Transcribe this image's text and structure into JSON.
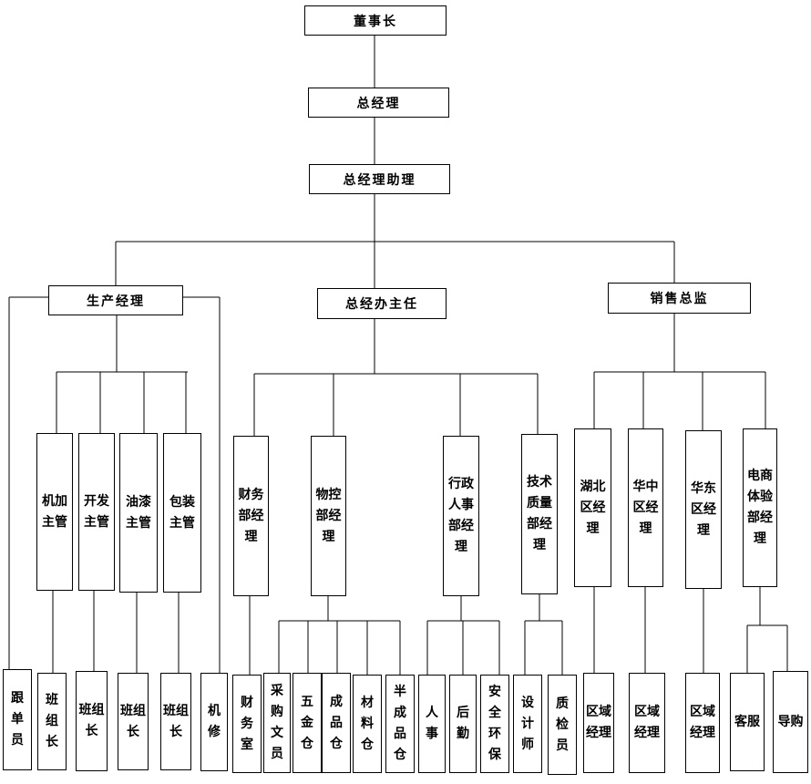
{
  "nodes": {
    "chairman": "董事长",
    "gm": "总经理",
    "gm_assistant": "总经理助理",
    "production_mgr": "生产经理",
    "office_director": "总经办主任",
    "sales_director": "销售总监",
    "machining_sup": "机加主管",
    "development_sup": "开发主管",
    "painting_sup": "油漆主管",
    "packaging_sup": "包装主管",
    "finance_mgr": "财务部经理",
    "material_ctrl_mgr": "物控部经理",
    "admin_hr_mgr": "行政人事部经理",
    "tech_quality_mgr": "技术质量部经理",
    "hubei_mgr": "湖北区经理",
    "central_china_mgr": "华中区经理",
    "east_china_mgr": "华东区经理",
    "ecommerce_mgr": "电商体验部经理",
    "follow_up_clerk": "跟单员",
    "team_leader_1": "班组长",
    "team_leader_2": "班组长",
    "team_leader_3": "班组长",
    "team_leader_4": "班组长",
    "machine_repair": "机修",
    "finance_office": "财务室",
    "purchasing_clerk": "采购文员",
    "hardware_store": "五金仓",
    "finished_goods_store": "成品仓",
    "material_store": "材料仓",
    "semi_finished_store": "半成品仓",
    "personnel": "人事",
    "logistics": "后勤",
    "safety_env": "安全环保",
    "designer": "设计师",
    "quality_inspector": "质检员",
    "regional_mgr_1": "区域经理",
    "regional_mgr_2": "区域经理",
    "regional_mgr_3": "区域经理",
    "customer_service": "客服",
    "shopping_guide": "导购"
  }
}
